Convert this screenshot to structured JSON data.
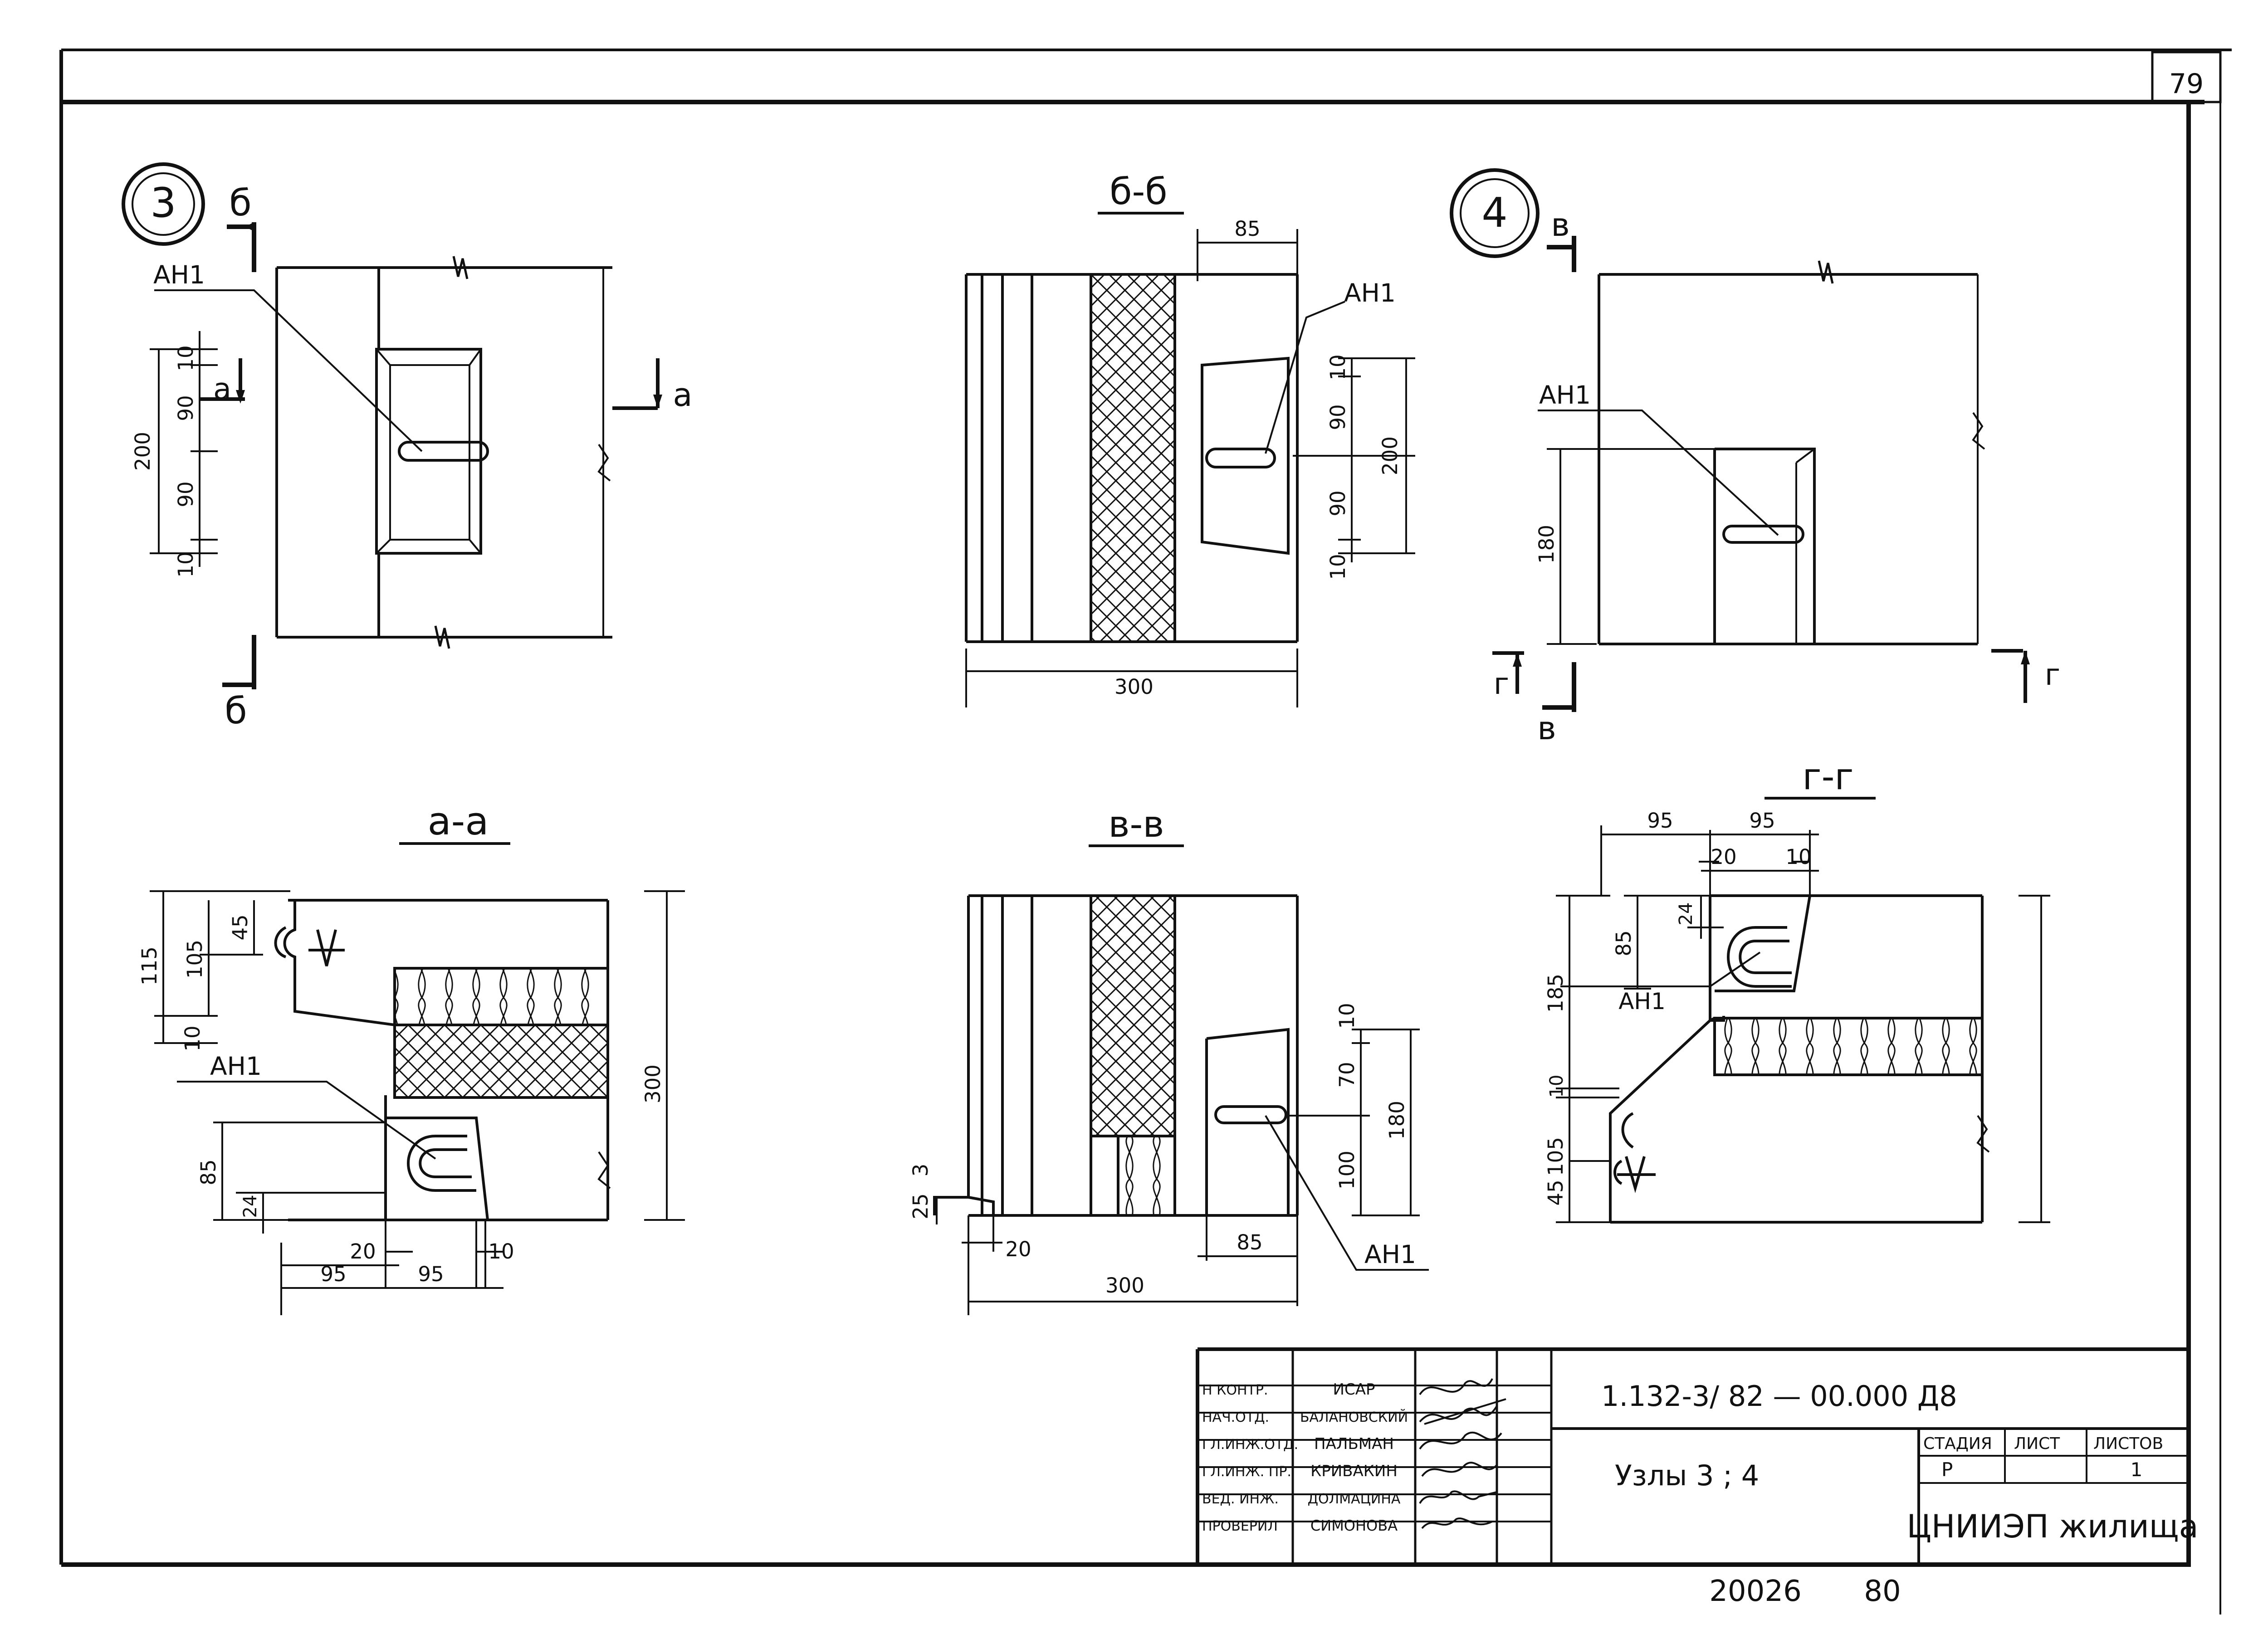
{
  "sheet": {
    "page_number": "79",
    "footer_number": "20026",
    "footer_code": "80"
  },
  "nodes": {
    "node3": {
      "number": "3",
      "section_top": "б",
      "section_bottom": "б",
      "section_right": "а",
      "section_left": "а",
      "label": "АН1",
      "dims": [
        "10",
        "90",
        "200",
        "90",
        "10"
      ]
    },
    "node4": {
      "number": "4",
      "section_top": "в",
      "section_bottom": "в",
      "section_left": "г",
      "section_right": "г",
      "label": "АН1",
      "dims": [
        "180"
      ]
    }
  },
  "sections": {
    "bb": {
      "title": "б-б",
      "label": "АН1",
      "dims": [
        "85",
        "10",
        "90",
        "200",
        "90",
        "10",
        "300"
      ]
    },
    "aa": {
      "title": "а-а",
      "label": "АН1",
      "dims": [
        "115",
        "105",
        "45",
        "10",
        "300",
        "85",
        "24",
        "20",
        "10",
        "95",
        "95"
      ]
    },
    "vv": {
      "title": "в-в",
      "label": "АН1",
      "dims": [
        "10",
        "70",
        "180",
        "100",
        "25",
        "3",
        "20",
        "85",
        "300"
      ]
    },
    "gg": {
      "title": "г-г",
      "label": "АН1",
      "dims": [
        "95",
        "95",
        "20",
        "10",
        "24",
        "85",
        "185",
        "10",
        "105",
        "45"
      ]
    }
  },
  "title_block": {
    "roles": [
      "Н КОНТР.",
      "НАЧ.ОТД.",
      "ГЛ.ИНЖ.ОТД.",
      "ГЛ.ИНЖ. ПР.",
      "ВЕД. ИНЖ.",
      "ПРОВЕРИЛ"
    ],
    "names": [
      "ИСАР",
      "БАЛАНОВСКИЙ",
      "ПАЛЬМАН",
      "КРИВАКИН",
      "ДОЛМАЦИНА",
      "СИМОНОВА"
    ],
    "designation": "1.132-3/ 82 — 00.000 Д8",
    "title": "Узлы 3 ; 4",
    "stage_header": "СТАДИЯ",
    "sheet_header": "ЛИСТ",
    "sheets_header": "ЛИСТОВ",
    "stage": "Р",
    "sheet": "",
    "sheets": "1",
    "organization": "ЦНИИЭП жилища"
  }
}
